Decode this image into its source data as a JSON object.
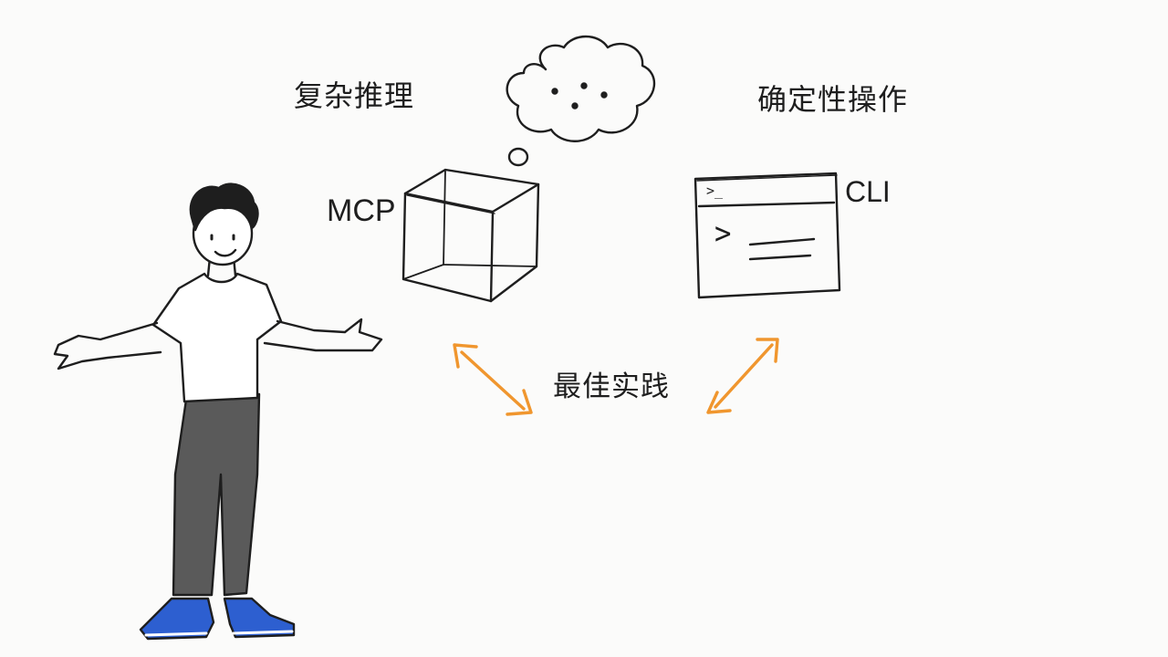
{
  "labels": {
    "complex_reasoning": "复杂推理",
    "deterministic_ops": "确定性操作",
    "mcp": "MCP",
    "cli": "CLI",
    "best_practice": "最佳实践",
    "terminal_prompt": ">_",
    "terminal_caret": ">"
  },
  "colors": {
    "ink": "#1e1e1e",
    "arrow": "#f0962e",
    "shirt": "#ffffff",
    "pants": "#5a5a5a",
    "shoes": "#2d5fd0",
    "background": "#fbfbfa"
  },
  "icons": [
    "person-illustration",
    "cube-icon",
    "thought-cloud-icon",
    "terminal-window-icon",
    "double-arrow-icon"
  ]
}
